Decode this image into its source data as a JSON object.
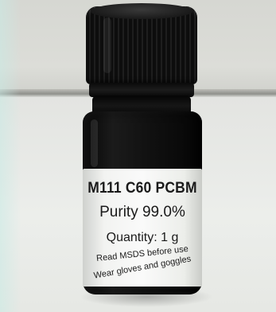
{
  "photo": {
    "subject": "vial-with-label",
    "label": {
      "compound": "M111 C60 PCBM",
      "purity": "Purity 99.0%",
      "quantity": "Quantity: 1 g",
      "warning_line1": "Read MSDS before use",
      "warning_line2": "Wear gloves and goggles"
    },
    "colors": {
      "cap": "#111111",
      "glass": "#0f0f0f",
      "label": "#f7f7f5",
      "text": "#1a1a1a",
      "background": "#e7e8e5"
    }
  }
}
